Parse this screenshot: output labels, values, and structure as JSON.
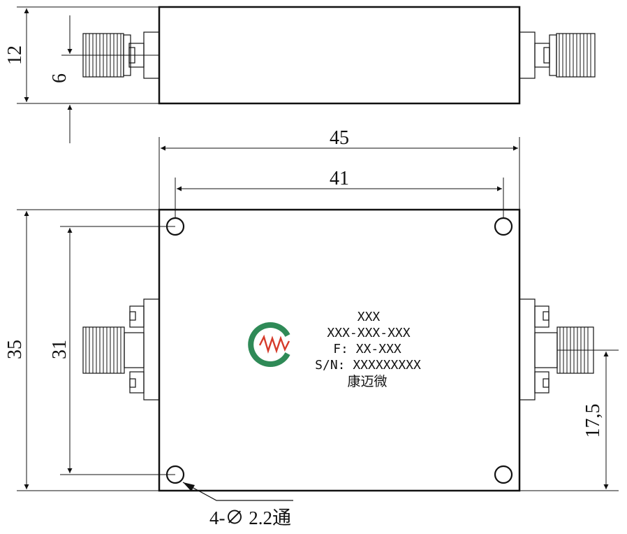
{
  "dimensions": {
    "height_side": "12",
    "center_side": "6",
    "width_overall": "45",
    "hole_spacing_x": "41",
    "height_overall": "35",
    "hole_spacing_y": "31",
    "connector_offset": "17,5",
    "hole_callout": "4-∅ 2.2通"
  },
  "label": {
    "line1": "XXX",
    "line2": "XXX-XXX-XXX",
    "line3": "F: XX-XXX",
    "line4": "S/N: XXXXXXXXX",
    "line5": "康迈微"
  },
  "logo": {
    "ring_color": "#2f8a57",
    "wave_color": "#d63b2a",
    "icon": "cmw-logo-icon"
  }
}
